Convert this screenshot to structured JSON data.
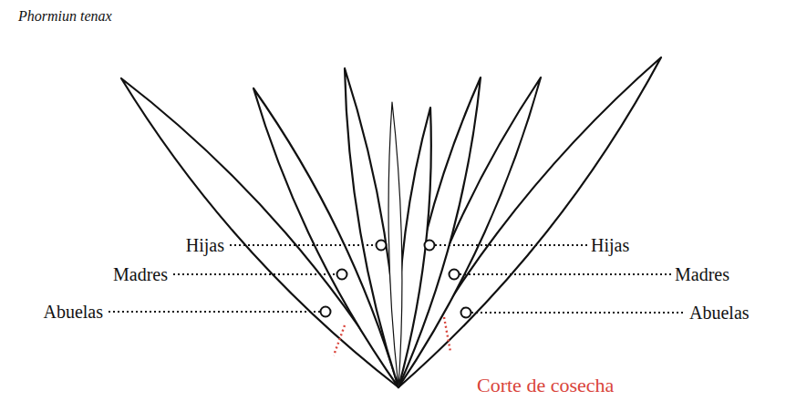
{
  "diagram": {
    "title": "Phormiun tenax",
    "labels": [
      "Hijas",
      "Hijas",
      "Madres",
      "Madres",
      "Abuelas",
      "Abuelas",
      "Corte de cosecha"
    ]
  }
}
